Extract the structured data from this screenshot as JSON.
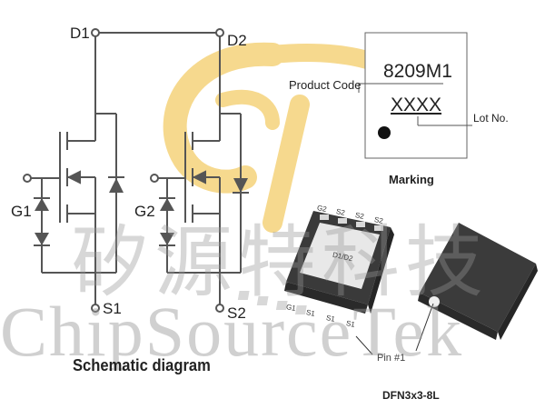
{
  "schematic": {
    "pins": {
      "d1": "D1",
      "d2": "D2",
      "g1": "G1",
      "g2": "G2",
      "s1": "S1",
      "s2": "S2"
    },
    "caption": "Schematic diagram"
  },
  "marking": {
    "product_code_label": "Product Code",
    "product_code": "8209M1",
    "lot_code": "XXXX",
    "lot_label": "Lot No.",
    "caption": "Marking"
  },
  "package": {
    "top_pins": [
      "G2",
      "S2",
      "S2",
      "S2"
    ],
    "bottom_pins": [
      "G1",
      "S1",
      "S1",
      "S1"
    ],
    "die_label": "D1/D2",
    "pin1_label": "Pin #1",
    "caption": "DFN3x3-8L"
  },
  "watermark": {
    "latin": "ChipSourceTek",
    "cjk": "矽源特科技"
  },
  "colors": {
    "logo_yellow": "#f6d98e",
    "line": "#555555",
    "chip": "#4a4a4a"
  }
}
